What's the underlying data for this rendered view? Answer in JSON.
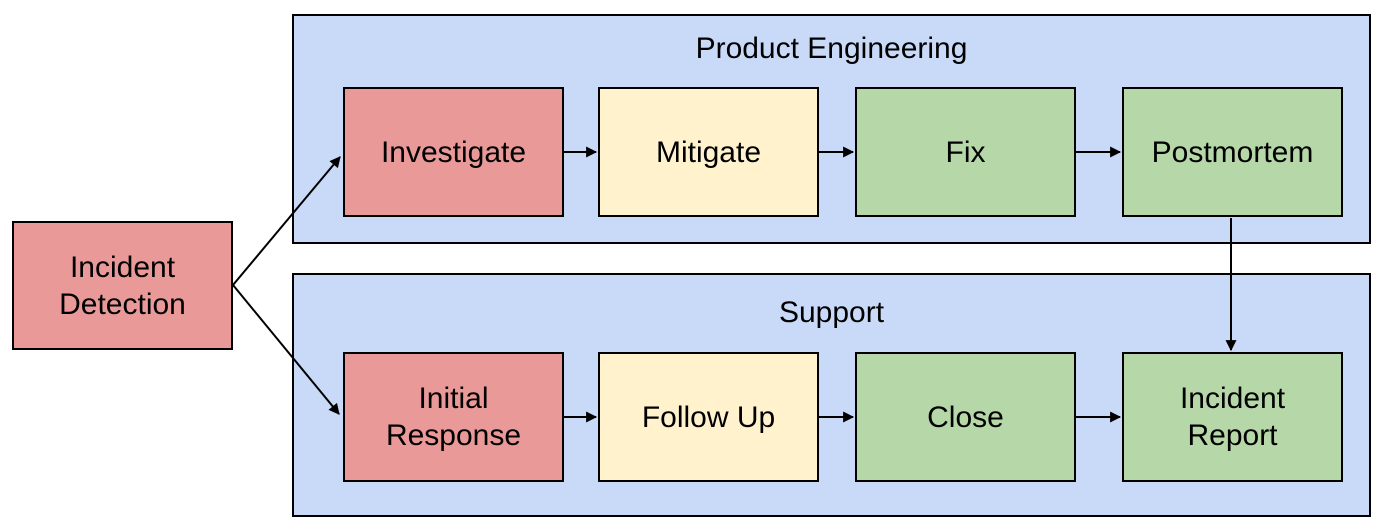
{
  "colors": {
    "lane": "#c9daf8",
    "red": "#ea9999",
    "yellow": "#fff2cc",
    "green": "#b6d7a8",
    "border": "#000000"
  },
  "nodes": {
    "incident_detection": {
      "label": "Incident\nDetection",
      "color": "red"
    }
  },
  "lanes": [
    {
      "title": "Product Engineering",
      "steps": [
        {
          "label": "Investigate",
          "color": "red"
        },
        {
          "label": "Mitigate",
          "color": "yellow"
        },
        {
          "label": "Fix",
          "color": "green"
        },
        {
          "label": "Postmortem",
          "color": "green"
        }
      ]
    },
    {
      "title": "Support",
      "steps": [
        {
          "label": "Initial\nResponse",
          "color": "red"
        },
        {
          "label": "Follow Up",
          "color": "yellow"
        },
        {
          "label": "Close",
          "color": "green"
        },
        {
          "label": "Incident\nReport",
          "color": "green"
        }
      ]
    }
  ],
  "connections": [
    {
      "from": "Incident Detection",
      "to": "Investigate"
    },
    {
      "from": "Incident Detection",
      "to": "Initial Response"
    },
    {
      "from": "Investigate",
      "to": "Mitigate"
    },
    {
      "from": "Mitigate",
      "to": "Fix"
    },
    {
      "from": "Fix",
      "to": "Postmortem"
    },
    {
      "from": "Postmortem",
      "to": "Incident Report"
    },
    {
      "from": "Initial Response",
      "to": "Follow Up"
    },
    {
      "from": "Follow Up",
      "to": "Close"
    },
    {
      "from": "Close",
      "to": "Incident Report"
    }
  ]
}
